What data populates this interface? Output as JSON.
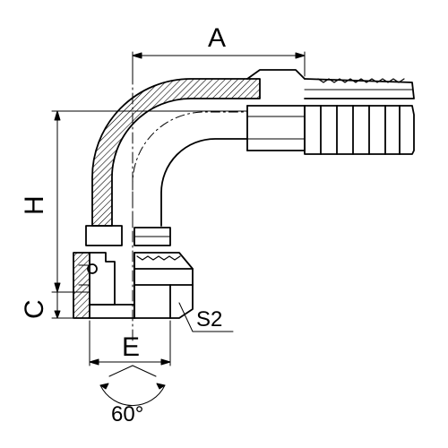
{
  "labels": {
    "a": "A",
    "h": "H",
    "c": "C",
    "e": "E",
    "s2": "S2",
    "angle": "60°"
  },
  "colors": {
    "line": "#000000",
    "hatch": "#000000",
    "background": "#ffffff"
  }
}
